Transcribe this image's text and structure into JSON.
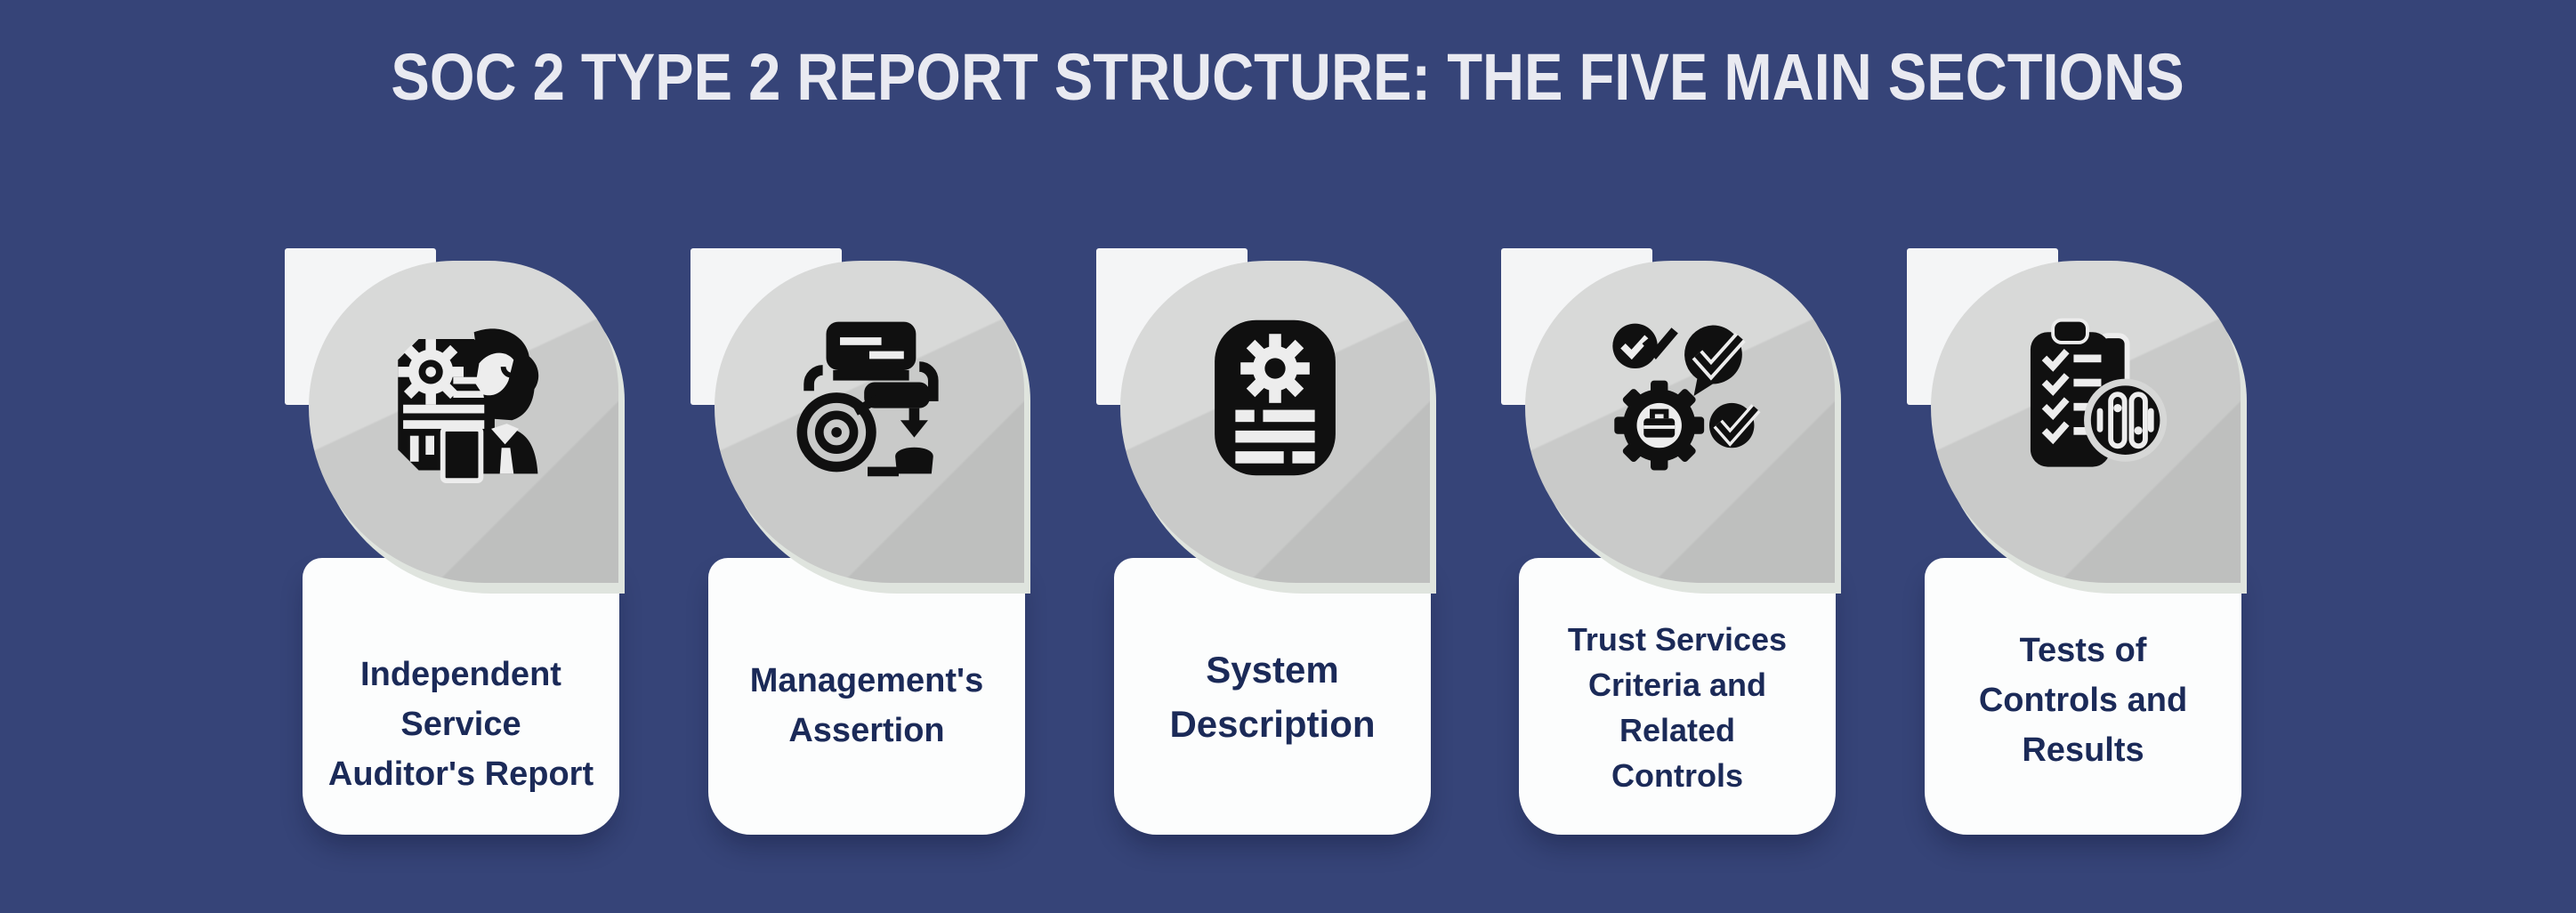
{
  "title": "SOC 2 TYPE 2 REPORT STRUCTURE: THE FIVE MAIN SECTIONS",
  "colors": {
    "background": "#364478",
    "title_text": "#e9eaf1",
    "card_panel": "#fcfdfd",
    "card_text": "#1b2a58",
    "bubble_light": "#d8d9d8",
    "bubble_dark": "#c9cac9",
    "bubble_edge": "#dfe4de",
    "paper": "#f4f5f6",
    "icon_glyph": "#101010"
  },
  "cards": [
    {
      "icon": "auditor-person-gear-icon",
      "label": "Independent Service Auditor's Report",
      "lines": [
        "Independent",
        "Service",
        "Auditor's Report"
      ]
    },
    {
      "icon": "assertion-stamp-target-icon",
      "label": "Management's Assertion",
      "lines": [
        "Management's",
        "Assertion"
      ]
    },
    {
      "icon": "system-document-gear-icon",
      "label": "System Description",
      "lines": [
        "System",
        "Description"
      ]
    },
    {
      "icon": "criteria-gear-checkmarks-icon",
      "label": "Trust Services Criteria and Related Controls",
      "lines": [
        "Trust Services",
        "Criteria and",
        "Related",
        "Controls"
      ]
    },
    {
      "icon": "tests-checklist-results-icon",
      "label": "Tests of Controls and Results",
      "lines": [
        "Tests of",
        "Controls and",
        "Results"
      ]
    }
  ]
}
